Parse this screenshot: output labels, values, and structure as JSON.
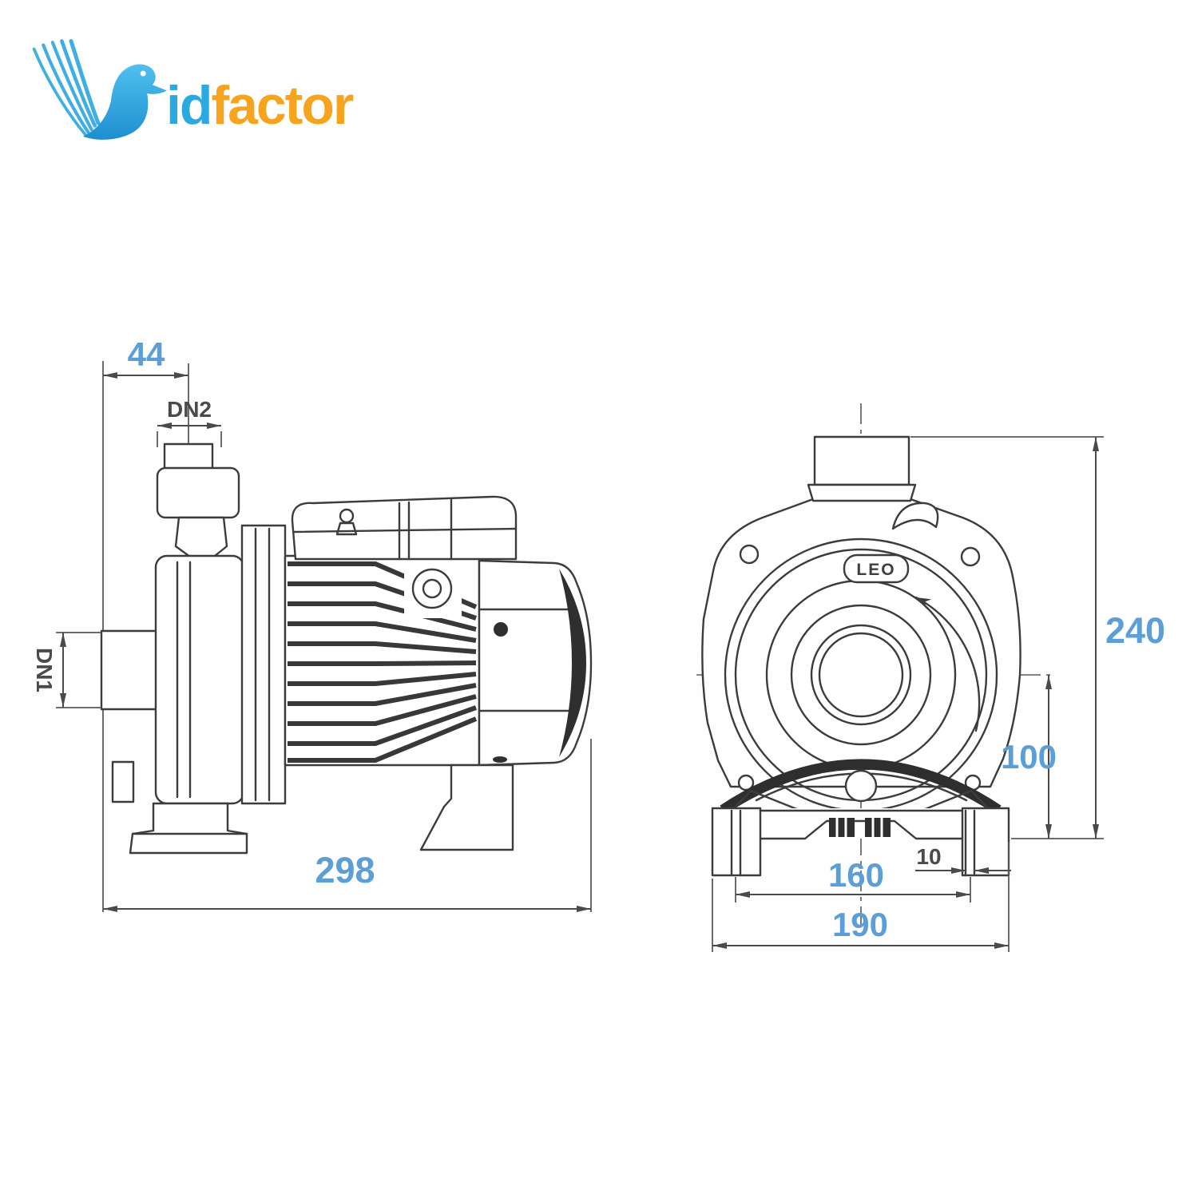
{
  "logo": {
    "blue_text": "id",
    "orange_text": "factor"
  },
  "side_view": {
    "dim_outlet_offset": "44",
    "outlet_port_label": "DN2",
    "inlet_port_label": "DN1",
    "dim_total_length": "298"
  },
  "front_view": {
    "brand": "LEO",
    "dim_total_height": "240",
    "dim_center_height": "100",
    "dim_bolt_spacing": "160",
    "dim_slot_width": "10",
    "dim_base_width": "190"
  },
  "colors": {
    "dimension_text_blue": "#5b9fd6",
    "label_dark": "#4a4a4a",
    "drawing_line": "#3c3c3c",
    "logo_blue": "#2BA9E0",
    "logo_orange": "#F6A41D"
  }
}
